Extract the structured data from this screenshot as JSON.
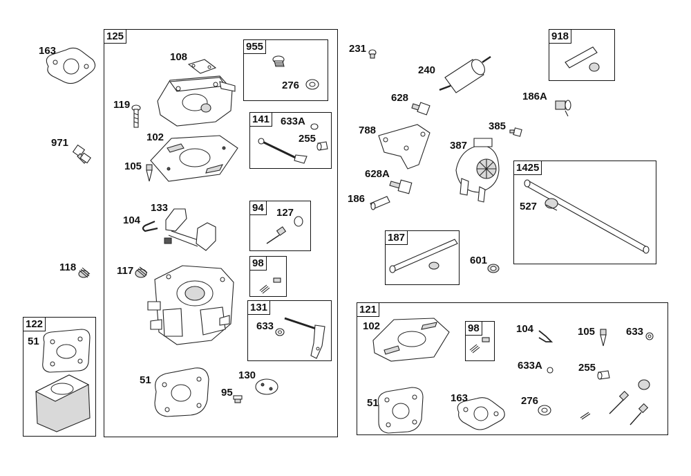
{
  "groups": {
    "g125": "125",
    "g955": "955",
    "g141": "141",
    "g94": "94",
    "g98a": "98",
    "g131": "131",
    "g122": "122",
    "g918": "918",
    "g1425": "1425",
    "g187": "187",
    "g121": "121",
    "g98b": "98"
  },
  "labels": {
    "l163a": "163",
    "l971": "971",
    "l118": "118",
    "l51a": "51",
    "l108": "108",
    "l119": "119",
    "l102a": "102",
    "l105a": "105",
    "l104a": "104",
    "l133": "133",
    "l117": "117",
    "l51b": "51",
    "l95": "95",
    "l130": "130",
    "l276a": "276",
    "l633Aa": "633A",
    "l255a": "255",
    "l127": "127",
    "l633a": "633",
    "l231": "231",
    "l240": "240",
    "l628": "628",
    "l186A": "186A",
    "l788": "788",
    "l385": "385",
    "l387": "387",
    "l628A": "628A",
    "l186": "186",
    "l527": "527",
    "l601": "601",
    "l102b": "102",
    "l104b": "104",
    "l105b": "105",
    "l633b": "633",
    "l633Ab": "633A",
    "l255b": "255",
    "l51c": "51",
    "l163b": "163",
    "l276b": "276"
  },
  "colors": {
    "line": "#111111",
    "part_fill": "#ffffff",
    "shade": "#d9d9d9"
  }
}
